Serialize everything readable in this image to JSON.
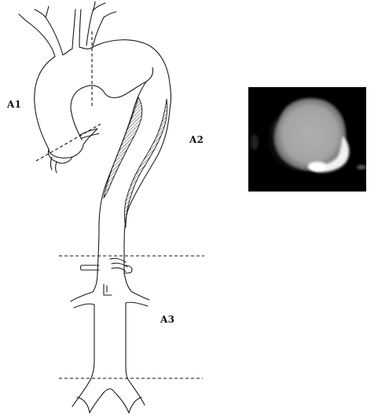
{
  "zones": {
    "a1": "A1",
    "a2": "A2",
    "a3": "A3"
  },
  "colors": {
    "line": "#1a1a1a",
    "hatch": "#222222",
    "ct_background": "#000000",
    "ct_vessel": "#a9a9a9",
    "ct_bright": "#ffffff"
  }
}
